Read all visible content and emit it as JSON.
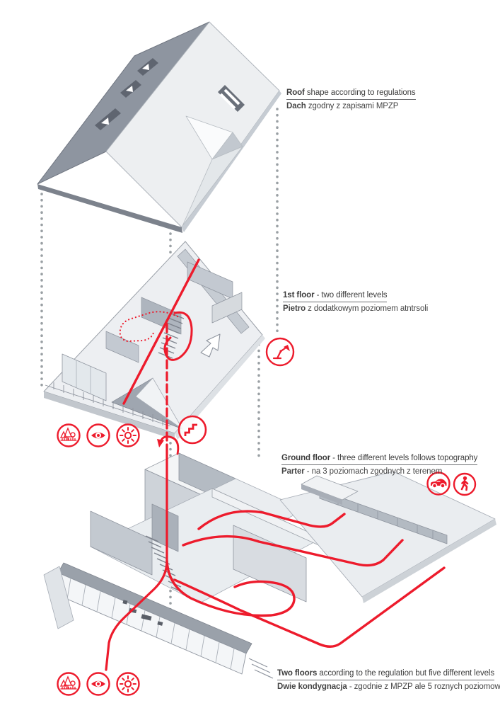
{
  "page": {
    "background": "#ffffff"
  },
  "colors": {
    "accent_red": "#ED1B2C",
    "text_dark": "#3D3D3D",
    "underline_gray": "#6D6E71",
    "dot_gray": "#9AA0A4",
    "roof_dark": "#8E95A0",
    "roof_light": "#EDEFF1",
    "wall_gray": "#B7BDC5"
  },
  "annotations": {
    "roof": {
      "title_bold": "Roof",
      "title_rest": " shape according to regulations",
      "subtitle_bold": "Dach",
      "subtitle_rest": " zgodny z zapisami MPZP"
    },
    "first_floor": {
      "title_bold": "1st floor",
      "title_rest": " - two different levels",
      "subtitle_bold": "Pietro",
      "subtitle_rest": " z dodatkowym poziomem atntrsoli"
    },
    "ground_floor": {
      "title_bold": "Ground floor",
      "title_rest": " - three different levels follows topography",
      "subtitle_bold": "Parter",
      "subtitle_rest": " - na 3 poziomach zgodnych z terenem"
    },
    "overall": {
      "title_bold": "Two floors",
      "title_rest": " according to the regulation but five different levels",
      "subtitle_bold": "Dwie kondygnacja",
      "subtitle_rest": " - zgodnie z MPZP ale 5 roznych poziomow"
    }
  },
  "icons": {
    "environment_row_upper": [
      "trees-icon",
      "eye-icon",
      "sun-icon"
    ],
    "environment_row_lower": [
      "trees-icon",
      "eye-icon",
      "sun-icon"
    ],
    "first_floor_markers": [
      "lamp-icon",
      "stairs-icon"
    ],
    "access_markers": [
      "car-icon",
      "pedestrian-icon"
    ]
  }
}
